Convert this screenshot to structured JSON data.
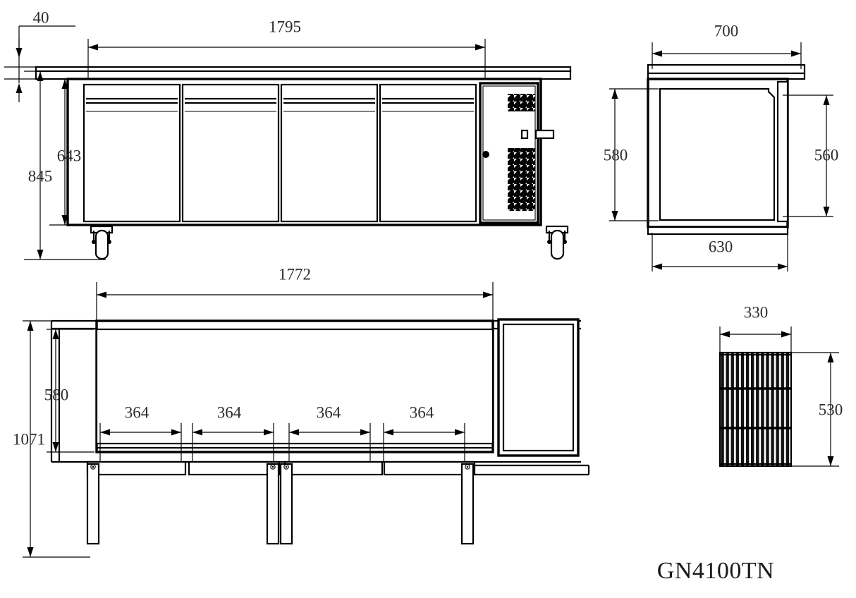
{
  "drawing": {
    "title_label": "GN4100TN",
    "units_note": "",
    "line_color": "#000000",
    "text_color": "#2b2b2b",
    "background": "#ffffff"
  },
  "front_view": {
    "name": "front-elevation",
    "dimensions": {
      "worktop_overhang": "40",
      "overall_width": "1795",
      "body_height": "643",
      "overall_height": "845"
    },
    "doors": [
      {
        "label": "door-1"
      },
      {
        "label": "door-2"
      },
      {
        "label": "door-3"
      },
      {
        "label": "door-4"
      }
    ],
    "compressor_panel": {
      "upper_vent": "upper-ventilation-grille",
      "lower_vent": "lower-ventilation-grille",
      "control_button": "control-button",
      "display": "digital-display",
      "knob": "rotary-knob"
    },
    "casters": [
      {
        "label": "caster-left"
      },
      {
        "label": "caster-right"
      }
    ]
  },
  "side_view": {
    "name": "side-elevation",
    "dimensions": {
      "top_width": "700",
      "left_height": "580",
      "right_height": "560",
      "bottom_width": "630"
    }
  },
  "plan_view": {
    "name": "plan-section-view",
    "dimensions": {
      "inner_width": "1772",
      "body_depth": "580",
      "overall_depth": "1071",
      "compartments": [
        "364",
        "364",
        "364",
        "364"
      ]
    },
    "legs": [
      {
        "label": "leg-1"
      },
      {
        "label": "leg-2"
      },
      {
        "label": "leg-3"
      },
      {
        "label": "leg-4"
      }
    ]
  },
  "shelf_detail": {
    "name": "wire-shelf-detail",
    "dimensions": {
      "width": "330",
      "height": "530"
    }
  }
}
